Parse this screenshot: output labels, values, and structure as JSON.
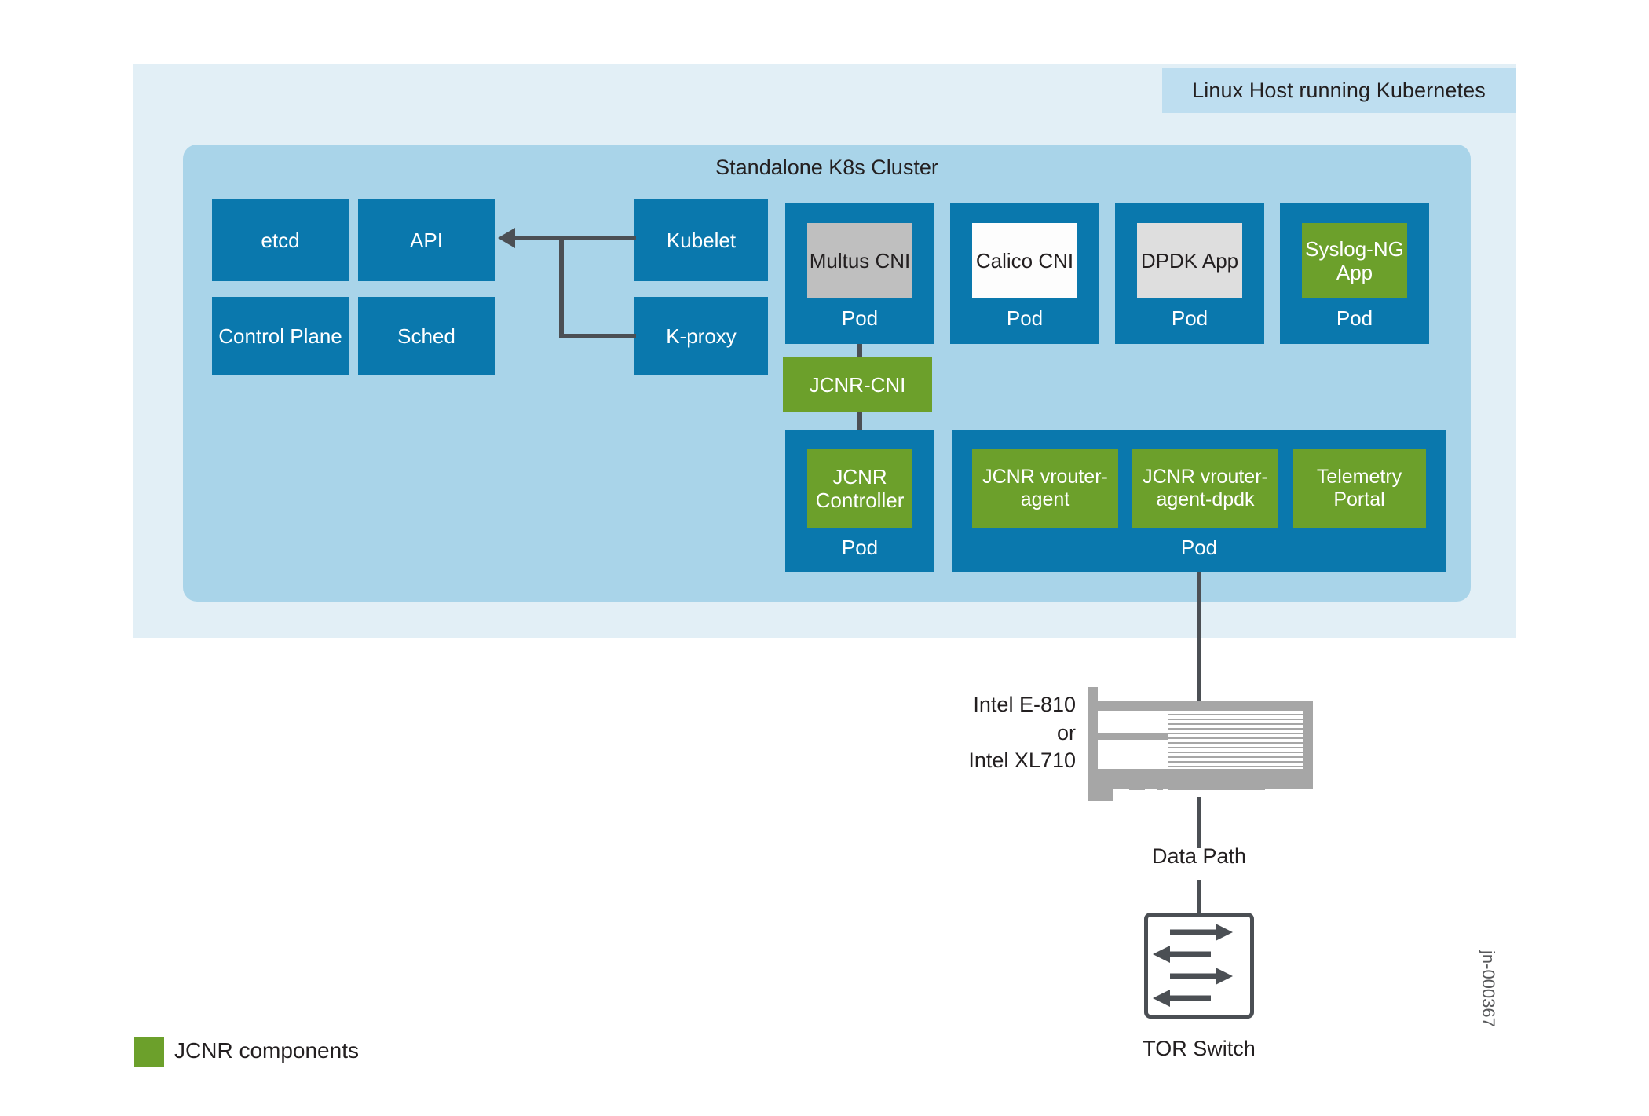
{
  "host": {
    "title": "Linux Host running Kubernetes"
  },
  "cluster": {
    "title": "Standalone K8s Cluster",
    "control_plane_boxes": [
      {
        "label": "etcd"
      },
      {
        "label": "API"
      },
      {
        "label": "Control Plane"
      },
      {
        "label": "Sched"
      },
      {
        "label": "Kubelet"
      },
      {
        "label": "K-proxy"
      }
    ],
    "pods_top": [
      {
        "component": "Multus CNI",
        "caption": "Pod",
        "fill": "#bfbfbf"
      },
      {
        "component": "Calico CNI",
        "caption": "Pod",
        "fill": "#fdfdfd"
      },
      {
        "component": "DPDK App",
        "caption": "Pod",
        "fill": "#dedede"
      },
      {
        "component": "Syslog-NG App",
        "caption": "Pod",
        "fill": "#6ca02b"
      }
    ],
    "cni_bridge": {
      "label": "JCNR-CNI"
    },
    "pods_bottom": [
      {
        "component": "JCNR Controller",
        "caption": "Pod",
        "fill": "#6ca02b"
      }
    ],
    "vrouter_pod": {
      "caption": "Pod",
      "components": [
        {
          "label": "JCNR vrouter-agent"
        },
        {
          "label": "JCNR vrouter-agent-dpdk"
        },
        {
          "label": "Telemetry Portal"
        }
      ]
    }
  },
  "nic": {
    "label_line1": "Intel E-810",
    "label_line2": "or",
    "label_line3": "Intel XL710"
  },
  "data_path": {
    "label": "Data Path"
  },
  "tor": {
    "label": "TOR Switch",
    "arrow_directions": [
      "right",
      "left",
      "right",
      "left"
    ]
  },
  "legend": {
    "label": "JCNR components",
    "color": "#6ca02b"
  },
  "watermark": {
    "text": "jn-000367"
  },
  "colors": {
    "host_bg": "#e2eff6",
    "host_chip": "#bedef0",
    "cluster_bg": "#a9d4e9",
    "blue": "#0a78ad",
    "green": "#6ca02b",
    "line": "#4b4f54",
    "nic_gray": "#a6a6a6"
  }
}
